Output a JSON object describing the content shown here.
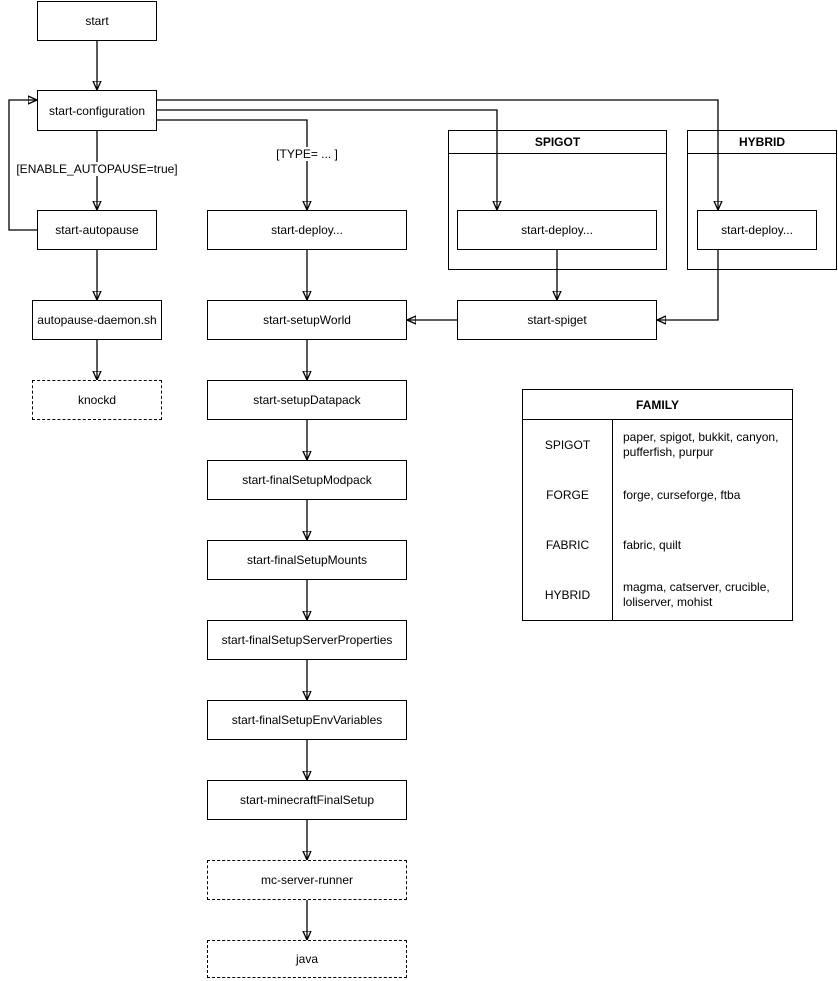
{
  "diagram": {
    "canvas": {
      "background": "#ffffff",
      "line_color": "#000000",
      "text_color": "#000000"
    },
    "nodes": {
      "start": {
        "label": "start"
      },
      "start_configuration": {
        "label": "start-configuration"
      },
      "start_autopause": {
        "label": "start-autopause"
      },
      "autopause_daemon": {
        "label": "autopause-daemon.sh"
      },
      "knockd": {
        "label": "knockd"
      },
      "start_deploy": {
        "label": "start-deploy..."
      },
      "start_setup_world": {
        "label": "start-setupWorld"
      },
      "start_setup_datapack": {
        "label": "start-setupDatapack"
      },
      "start_final_setup_modpack": {
        "label": "start-finalSetupModpack"
      },
      "start_final_setup_mounts": {
        "label": "start-finalSetupMounts"
      },
      "start_final_setup_server_properties": {
        "label": "start-finalSetupServerProperties"
      },
      "start_final_setup_env_variables": {
        "label": "start-finalSetupEnvVariables"
      },
      "start_minecraft_final_setup": {
        "label": "start-minecraftFinalSetup"
      },
      "mc_server_runner": {
        "label": "mc-server-runner"
      },
      "java": {
        "label": "java"
      },
      "spigot_deploy": {
        "label": "start-deploy..."
      },
      "hybrid_deploy": {
        "label": "start-deploy..."
      },
      "start_spiget": {
        "label": "start-spiget"
      }
    },
    "containers": {
      "spigot": {
        "title": "SPIGOT"
      },
      "hybrid": {
        "title": "HYBRID"
      }
    },
    "edge_labels": {
      "autopause_condition": "[ENABLE_AUTOPAUSE=true]",
      "type_condition": "[TYPE= ... ]"
    },
    "family_table": {
      "title": "FAMILY",
      "rows": [
        {
          "family": "SPIGOT",
          "members": "paper, spigot, bukkit, canyon, pufferfish, purpur"
        },
        {
          "family": "FORGE",
          "members": "forge, curseforge, ftba"
        },
        {
          "family": "FABRIC",
          "members": "fabric, quilt"
        },
        {
          "family": "HYBRID",
          "members": "magma, catserver, crucible, loliserver, mohist"
        }
      ]
    }
  }
}
